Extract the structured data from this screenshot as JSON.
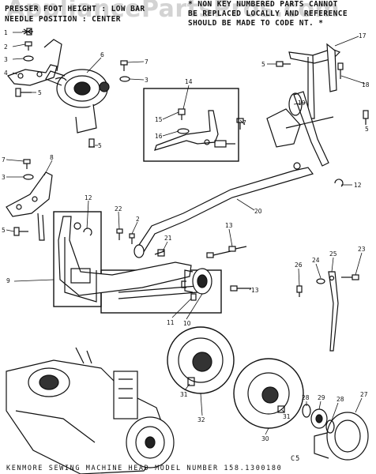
{
  "header": {
    "left_line1": "PRESSER FOOT HEIGHT : LOW BAR",
    "left_line2": "NEEDLE POSITION : CENTER",
    "right_line1": "* NON KEY NUMBERED PARTS CANNOT",
    "right_line2": "BE REPLACED LOCALLY AND REFERENCE",
    "right_line3": "SHOULD BE MADE TO CODE NT. *"
  },
  "watermark": "AppliancePartsPros.com",
  "footer": "KENMORE SEWING MACHINE HEAD MODEL NUMBER 158.1300180",
  "diagram_code": "C5",
  "callouts": [
    {
      "id": "c1",
      "label": "1"
    },
    {
      "id": "c2",
      "label": "2"
    },
    {
      "id": "c3",
      "label": "3"
    },
    {
      "id": "c4",
      "label": "4"
    },
    {
      "id": "c5a",
      "label": "5"
    },
    {
      "id": "c6",
      "label": "6"
    },
    {
      "id": "c7a",
      "label": "7"
    },
    {
      "id": "c3b",
      "label": "3"
    },
    {
      "id": "c5b",
      "label": "5"
    },
    {
      "id": "c14",
      "label": "14"
    },
    {
      "id": "c15",
      "label": "15"
    },
    {
      "id": "c16",
      "label": "16"
    },
    {
      "id": "c7b",
      "label": "7"
    },
    {
      "id": "c5c",
      "label": "5"
    },
    {
      "id": "c17",
      "label": "17"
    },
    {
      "id": "c18",
      "label": "18"
    },
    {
      "id": "c19",
      "label": "19"
    },
    {
      "id": "c5d",
      "label": "5"
    },
    {
      "id": "c12a",
      "label": "12"
    },
    {
      "id": "c7c",
      "label": "7"
    },
    {
      "id": "c8",
      "label": "8"
    },
    {
      "id": "c3c",
      "label": "3"
    },
    {
      "id": "c5e",
      "label": "5"
    },
    {
      "id": "c12b",
      "label": "12"
    },
    {
      "id": "c22",
      "label": "22"
    },
    {
      "id": "c2b",
      "label": "2"
    },
    {
      "id": "c20",
      "label": "20"
    },
    {
      "id": "c21",
      "label": "21"
    },
    {
      "id": "c13a",
      "label": "13"
    },
    {
      "id": "c9",
      "label": "9"
    },
    {
      "id": "c13b",
      "label": "13"
    },
    {
      "id": "c11",
      "label": "11"
    },
    {
      "id": "c10",
      "label": "10"
    },
    {
      "id": "c26",
      "label": "26"
    },
    {
      "id": "c24",
      "label": "24"
    },
    {
      "id": "c25",
      "label": "25"
    },
    {
      "id": "c23",
      "label": "23"
    },
    {
      "id": "c31a",
      "label": "31"
    },
    {
      "id": "c32",
      "label": "32"
    },
    {
      "id": "c31b",
      "label": "31"
    },
    {
      "id": "c30",
      "label": "30"
    },
    {
      "id": "c28a",
      "label": "28"
    },
    {
      "id": "c29",
      "label": "29"
    },
    {
      "id": "c28b",
      "label": "28"
    },
    {
      "id": "c27",
      "label": "27"
    }
  ]
}
